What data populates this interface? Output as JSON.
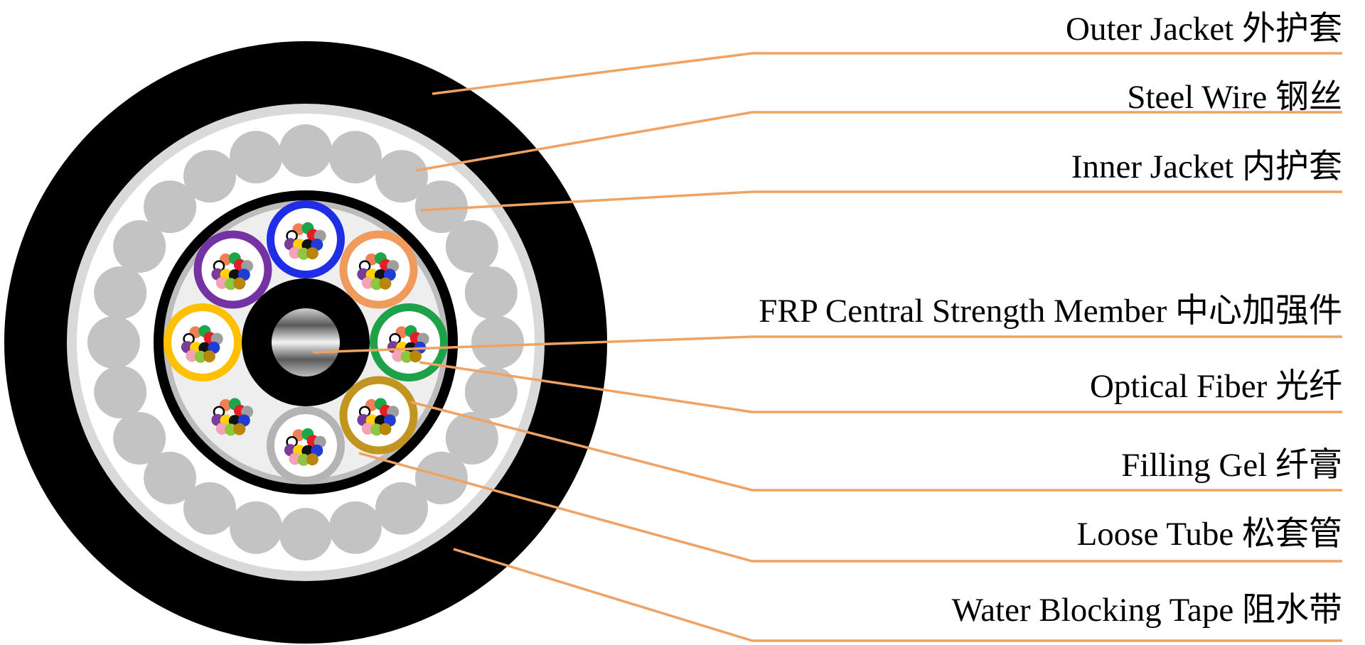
{
  "colors": {
    "background": "#ffffff",
    "outer_jacket": "#000000",
    "inner_jacket": "#000000",
    "water_blocking_tape": "#d9d9d9",
    "steel_wire": "#c3c3c3",
    "filling": "#eeeeee",
    "leader_line": "#f0a263",
    "label_text": "#000000",
    "fiber_colors": [
      "#ef7f56",
      "#19a74a",
      "#9e9e9e",
      "#e81c24",
      "#ffd200",
      "#111111",
      "#1f3dd4",
      "#7a3c9a",
      "#f4a2b5",
      "#8dc63f",
      "#b8860b"
    ]
  },
  "icons": {
    "fiber_core": "white-ring"
  },
  "tubes": [
    {
      "name": "blue",
      "ring_color": "#1f2ee6"
    },
    {
      "name": "orange",
      "ring_color": "#f09a5b"
    },
    {
      "name": "green",
      "ring_color": "#1fa14a"
    },
    {
      "name": "brown",
      "ring_color": "#c1951f"
    },
    {
      "name": "gray",
      "ring_color": "#b4b4b4"
    },
    {
      "name": "unsheathed",
      "ring_color": "none"
    },
    {
      "name": "yellow",
      "ring_color": "#ffc000"
    },
    {
      "name": "violet",
      "ring_color": "#7432a3"
    }
  ],
  "labels": {
    "outer_jacket": "Outer Jacket 外护套",
    "steel_wire": "Steel Wire 钢丝",
    "inner_jacket": "Inner Jacket 内护套",
    "frp": "FRP Central Strength Member 中心加强件",
    "optical_fiber": "Optical Fiber 光纤",
    "filling_gel": "Filling Gel 纤膏",
    "loose_tube": "Loose Tube 松套管",
    "water_blocking_tape": "Water Blocking Tape 阻水带"
  }
}
